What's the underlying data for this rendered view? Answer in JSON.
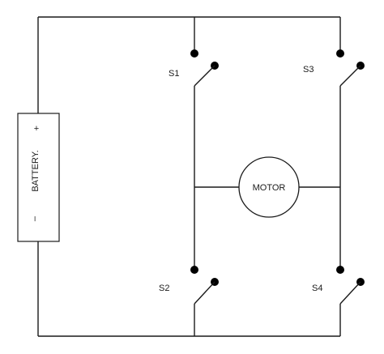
{
  "battery": {
    "label": "BATTERY.",
    "positive": "+",
    "negative": "–"
  },
  "motor": {
    "label": "MOTOR"
  },
  "switches": {
    "s1": "S1",
    "s2": "S2",
    "s3": "S3",
    "s4": "S4"
  }
}
